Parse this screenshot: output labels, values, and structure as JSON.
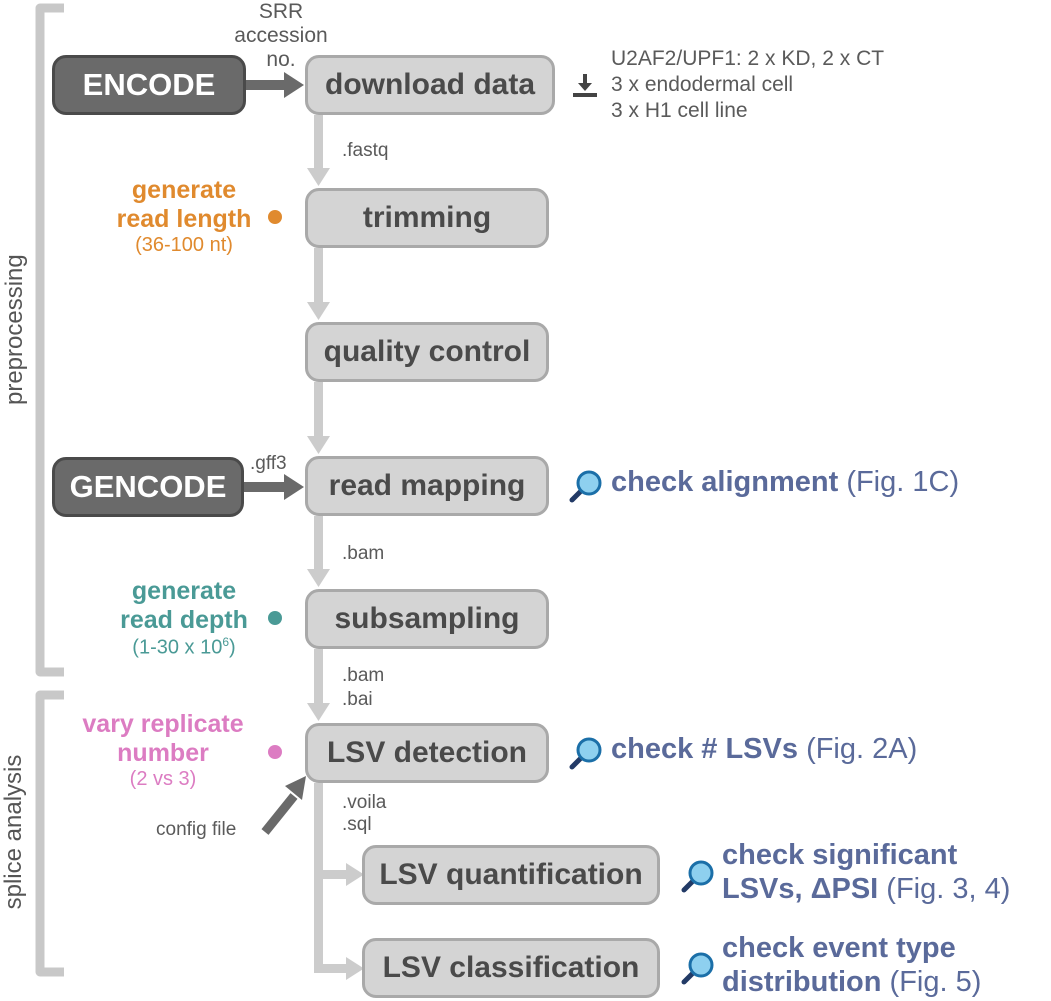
{
  "sections": {
    "preprocessing": "preprocessing",
    "splice_analysis": "splice analysis"
  },
  "sources": {
    "encode": "ENCODE",
    "gencode": "GENCODE"
  },
  "steps": {
    "download": "download data",
    "trimming": "trimming",
    "qc": "quality control",
    "mapping": "read mapping",
    "subsampling": "subsampling",
    "lsv_detection": "LSV detection",
    "lsv_quant": "LSV quantification",
    "lsv_class": "LSV classification"
  },
  "edge_labels": {
    "srr_1": "SRR",
    "srr_2": "accession",
    "srr_3": "no.",
    "fastq": ".fastq",
    "gff3": ".gff3",
    "bam1": ".bam",
    "bam2": ".bam",
    "bai": ".bai",
    "voila": ".voila",
    "sql": ".sql",
    "config": "config file"
  },
  "download_info": {
    "line1": "U2AF2/UPF1: 2 x KD, 2 x CT",
    "line2": "3 x endodermal cell",
    "line3": "3 x H1 cell line",
    "icon": "download-icon"
  },
  "params": {
    "read_length": {
      "line1": "generate",
      "line2": "read length",
      "sub": "(36-100 nt)",
      "color": "#e08a2e"
    },
    "read_depth": {
      "line1": "generate",
      "line2": "read depth",
      "sub_base": "(1-30 x 10",
      "sub_sup": "6",
      "sub_end": ")",
      "color": "#4a9a96"
    },
    "replicates": {
      "line1": "vary replicate",
      "line2": "number",
      "sub": "(2 vs 3)",
      "color": "#dc7cc2"
    }
  },
  "checks": {
    "alignment": {
      "bold": "check alignment",
      "ref": "(Fig. 1C)"
    },
    "lsvs": {
      "bold": "check # LSVs",
      "ref": "(Fig. 2A)"
    },
    "significant": {
      "bold1": "check significant",
      "bold2": "LSVs, ΔPSI",
      "ref": "(Fig. 3, 4)"
    },
    "event": {
      "bold1": "check event type",
      "bold2": "distribution",
      "ref": "(Fig. 5)"
    },
    "icon": "magnifier-icon",
    "color": "#5a6a9a"
  },
  "colors": {
    "step_fill": "#d4d4d4",
    "step_border": "#a9a9a9",
    "source_fill": "#6a6a6a",
    "arrow_light": "#cccccc",
    "arrow_dark": "#6a6a6a",
    "bracket": "#c8c8c8"
  }
}
